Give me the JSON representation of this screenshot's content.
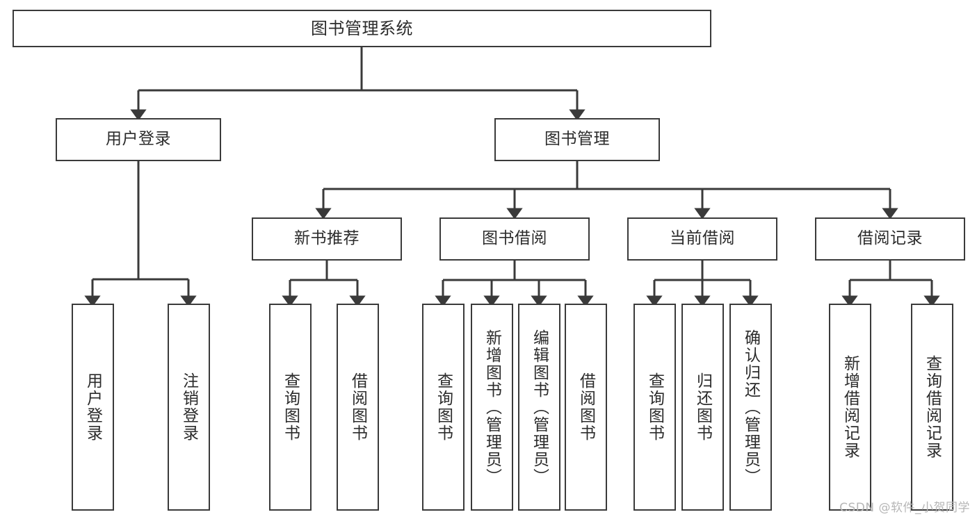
{
  "diagram": {
    "title": "图书管理系统",
    "watermark": "CSDN @软件_小贺同学",
    "line_color": "#3a3a3a",
    "text_color": "#2b2b2b",
    "background": "#ffffff",
    "nodes": {
      "root": {
        "label": "图书管理系统"
      },
      "level2": [
        {
          "label": "用户登录"
        },
        {
          "label": "图书管理"
        }
      ],
      "level3": [
        {
          "label": "新书推荐"
        },
        {
          "label": "图书借阅"
        },
        {
          "label": "当前借阅"
        },
        {
          "label": "借阅记录"
        }
      ],
      "leaves": {
        "user_login": [
          {
            "label": "用户登录"
          },
          {
            "label": "注销登录"
          }
        ],
        "new_book_recommend": [
          {
            "label": "查询图书"
          },
          {
            "label": "借阅图书"
          }
        ],
        "book_borrow": [
          {
            "label": "查询图书"
          },
          {
            "label": "新增图书（管理员）"
          },
          {
            "label": "编辑图书（管理员）"
          },
          {
            "label": "借阅图书"
          }
        ],
        "current_borrow": [
          {
            "label": "查询图书"
          },
          {
            "label": "归还图书"
          },
          {
            "label": "确认归还（管理员）"
          }
        ],
        "borrow_record": [
          {
            "label": "新增借阅记录"
          },
          {
            "label": "查询借阅记录"
          }
        ]
      }
    }
  }
}
